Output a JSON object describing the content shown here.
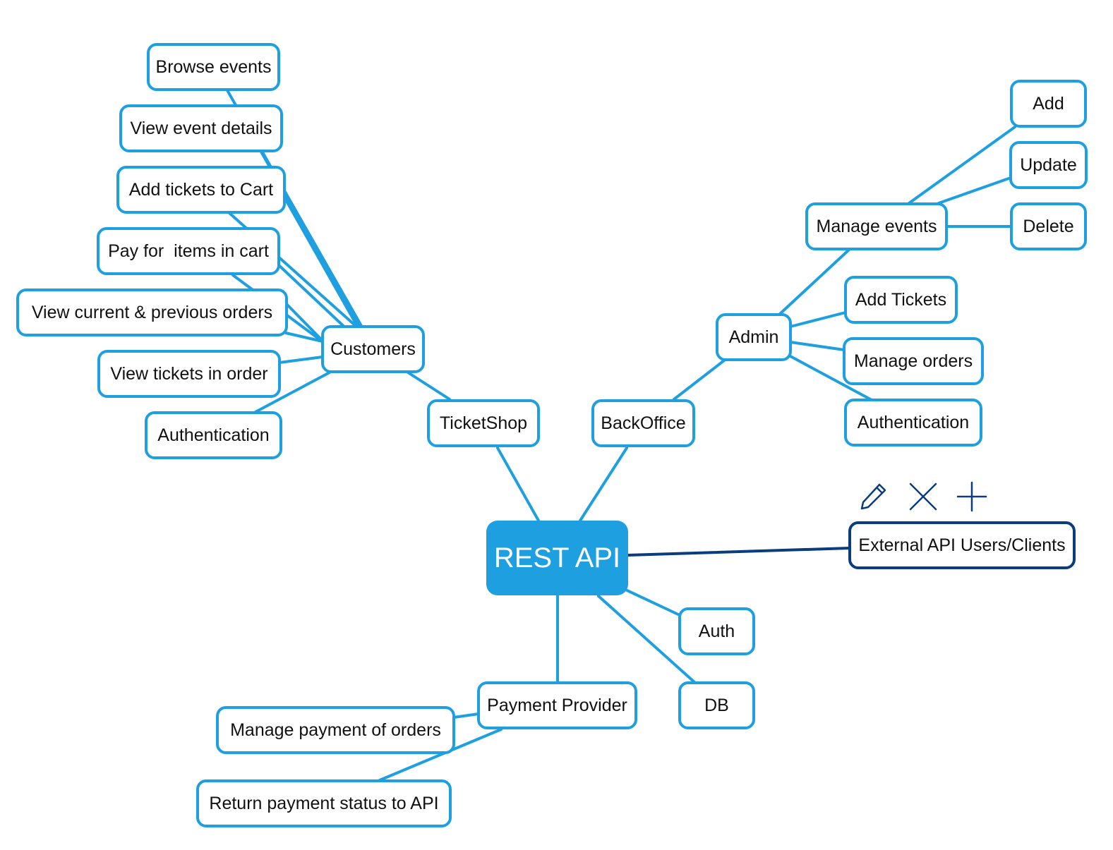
{
  "colors": {
    "node_border": "#1e9fe0",
    "selected_border": "#0a3d7d",
    "root_fill": "#1ea0e0",
    "root_text": "#ffffff",
    "node_text": "#111111",
    "icon_color": "#0a3d7d"
  },
  "root": {
    "label": "REST API"
  },
  "nodes": {
    "ticketshop": "TicketShop",
    "customers": "Customers",
    "browse_events": "Browse events",
    "view_event_details": "View event details",
    "add_tickets_to_cart": "Add tickets to Cart",
    "pay_for_items": "Pay for  items in cart",
    "view_orders": "View current & previous orders",
    "view_tickets_in_order": "View tickets in order",
    "customer_authentication": "Authentication",
    "backoffice": "BackOffice",
    "admin": "Admin",
    "manage_events": "Manage events",
    "add": "Add",
    "update": "Update",
    "delete": "Delete",
    "add_tickets": "Add Tickets",
    "manage_orders": "Manage orders",
    "admin_authentication": "Authentication",
    "external_api_users": "External API Users/Clients",
    "auth": "Auth",
    "db": "DB",
    "payment_provider": "Payment Provider",
    "manage_payment": "Manage payment of orders",
    "return_payment_status": "Return payment status to API"
  },
  "toolbar": {
    "icons": [
      "pencil-icon",
      "close-icon",
      "plus-icon"
    ]
  }
}
